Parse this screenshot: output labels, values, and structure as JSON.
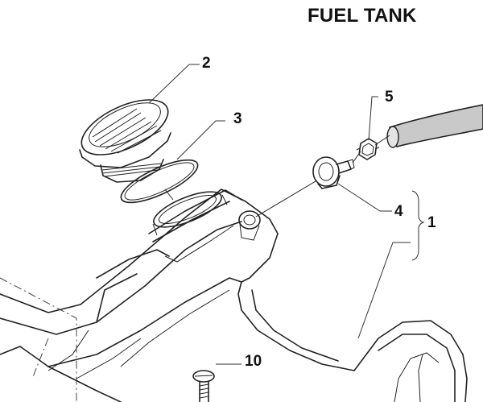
{
  "title": "FUEL TANK",
  "callouts": {
    "c2": "2",
    "c3": "3",
    "c5": "5",
    "c4": "4",
    "c1": "1",
    "c10": "10"
  },
  "colors": {
    "line": "#222222",
    "hose": "#c9c9c9",
    "background": "#ffffff"
  }
}
